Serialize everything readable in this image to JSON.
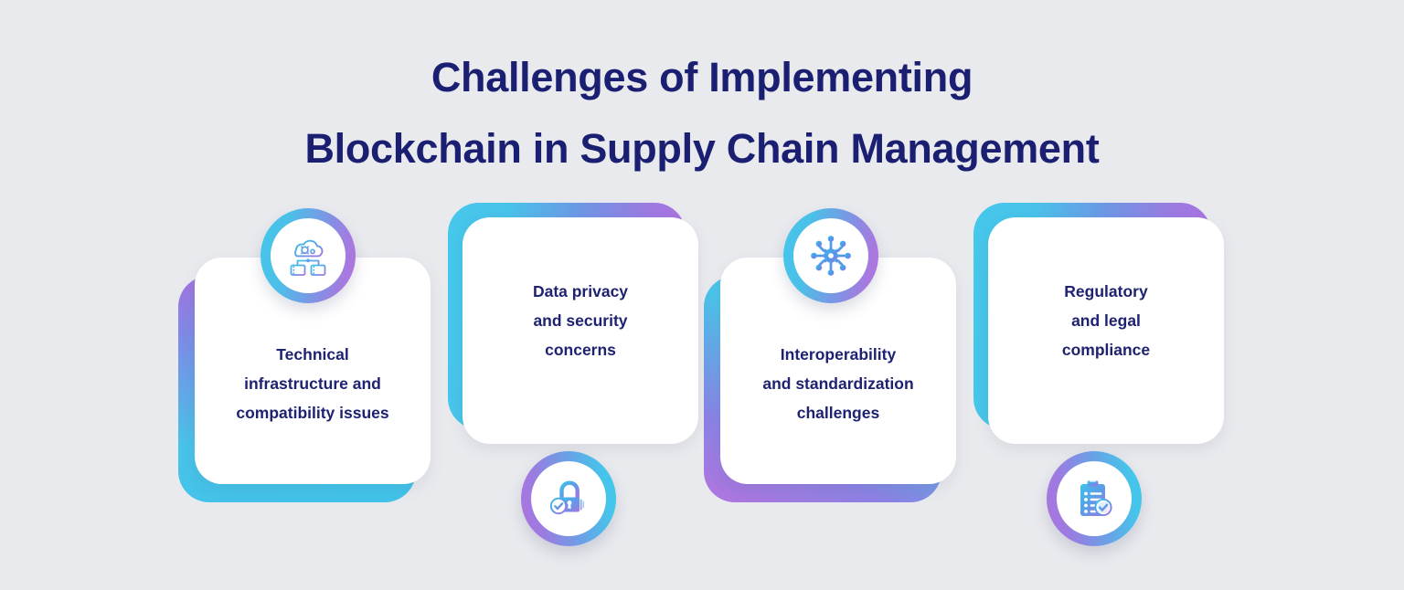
{
  "page": {
    "background_color": "#E9EAEE",
    "title_color": "#1A1F71",
    "card_text_color": "#1E2271",
    "accent_cyan": "#45C4E8",
    "accent_purple": "#A96FE0"
  },
  "title": {
    "line1": "Challenges of Implementing",
    "line2": "Blockchain in Supply Chain Management"
  },
  "cards": [
    {
      "id": "technical-infrastructure",
      "icon": "cloud-server-gear-icon",
      "icon_position": "top",
      "lines": [
        "Technical",
        "infrastructure and",
        "compatibility issues"
      ],
      "text": "Technical infrastructure and compatibility issues"
    },
    {
      "id": "data-privacy-security",
      "icon": "lock-check-icon",
      "icon_position": "bottom",
      "lines": [
        "Data privacy",
        "and security",
        "concerns"
      ],
      "text": "Data privacy and security concerns"
    },
    {
      "id": "interoperability-standardization",
      "icon": "network-gear-hub-icon",
      "icon_position": "top",
      "lines": [
        "Interoperability",
        "and standardization",
        "challenges"
      ],
      "text": "Interoperability and standardization challenges"
    },
    {
      "id": "regulatory-legal-compliance",
      "icon": "clipboard-check-icon",
      "icon_position": "bottom",
      "lines": [
        "Regulatory",
        "and legal",
        "compliance"
      ],
      "text": "Regulatory and legal compliance"
    }
  ]
}
